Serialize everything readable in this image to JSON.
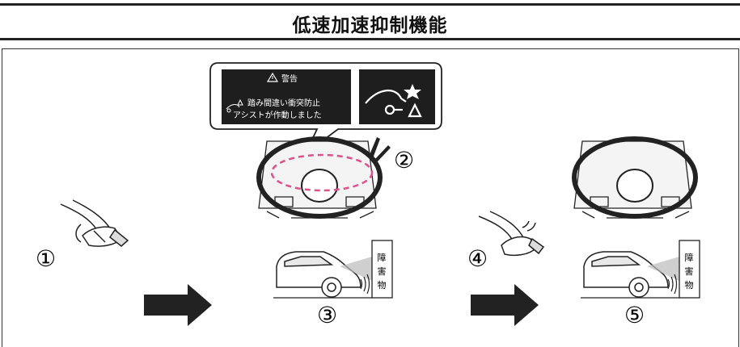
{
  "title": "低速加速抑制機能",
  "warning": {
    "header": "警告",
    "line1": "踏み間違い衝突防止",
    "line2": "アシストが作動しました"
  },
  "obstacle_label": [
    "障",
    "害",
    "物"
  ],
  "steps": [
    "①",
    "②",
    "③",
    "④",
    "⑤"
  ],
  "colors": {
    "highlight": "#e0508a",
    "ink": "#222222",
    "display": "#1e1e1e"
  }
}
